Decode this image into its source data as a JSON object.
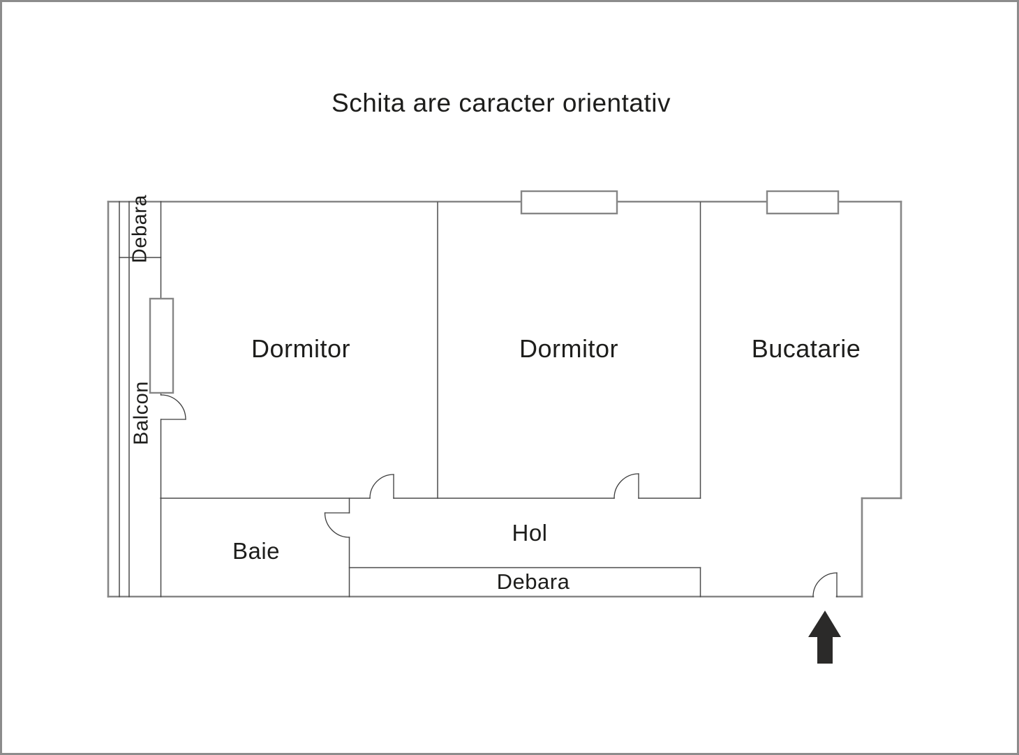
{
  "title": "Schita are caracter orientativ",
  "floor_plan": {
    "rooms": [
      {
        "id": "dormitor-1",
        "label": "Dormitor"
      },
      {
        "id": "dormitor-2",
        "label": "Dormitor"
      },
      {
        "id": "bucatarie",
        "label": "Bucatarie"
      },
      {
        "id": "baie",
        "label": "Baie"
      },
      {
        "id": "hol",
        "label": "Hol"
      },
      {
        "id": "debara-hol",
        "label": "Debara"
      },
      {
        "id": "debara-balcon",
        "label": "Debara"
      },
      {
        "id": "balcon",
        "label": "Balcon"
      }
    ],
    "features": {
      "windows": 3,
      "doors": 5,
      "entrance_marker": "arrow-up"
    },
    "colors": {
      "outer_wall": "#868686",
      "inner_wall": "#4a4a4a",
      "door_line": "#3c3c3c",
      "text": "#1d1d1b",
      "arrow": "#2b2a29",
      "background": "#ffffff"
    }
  }
}
